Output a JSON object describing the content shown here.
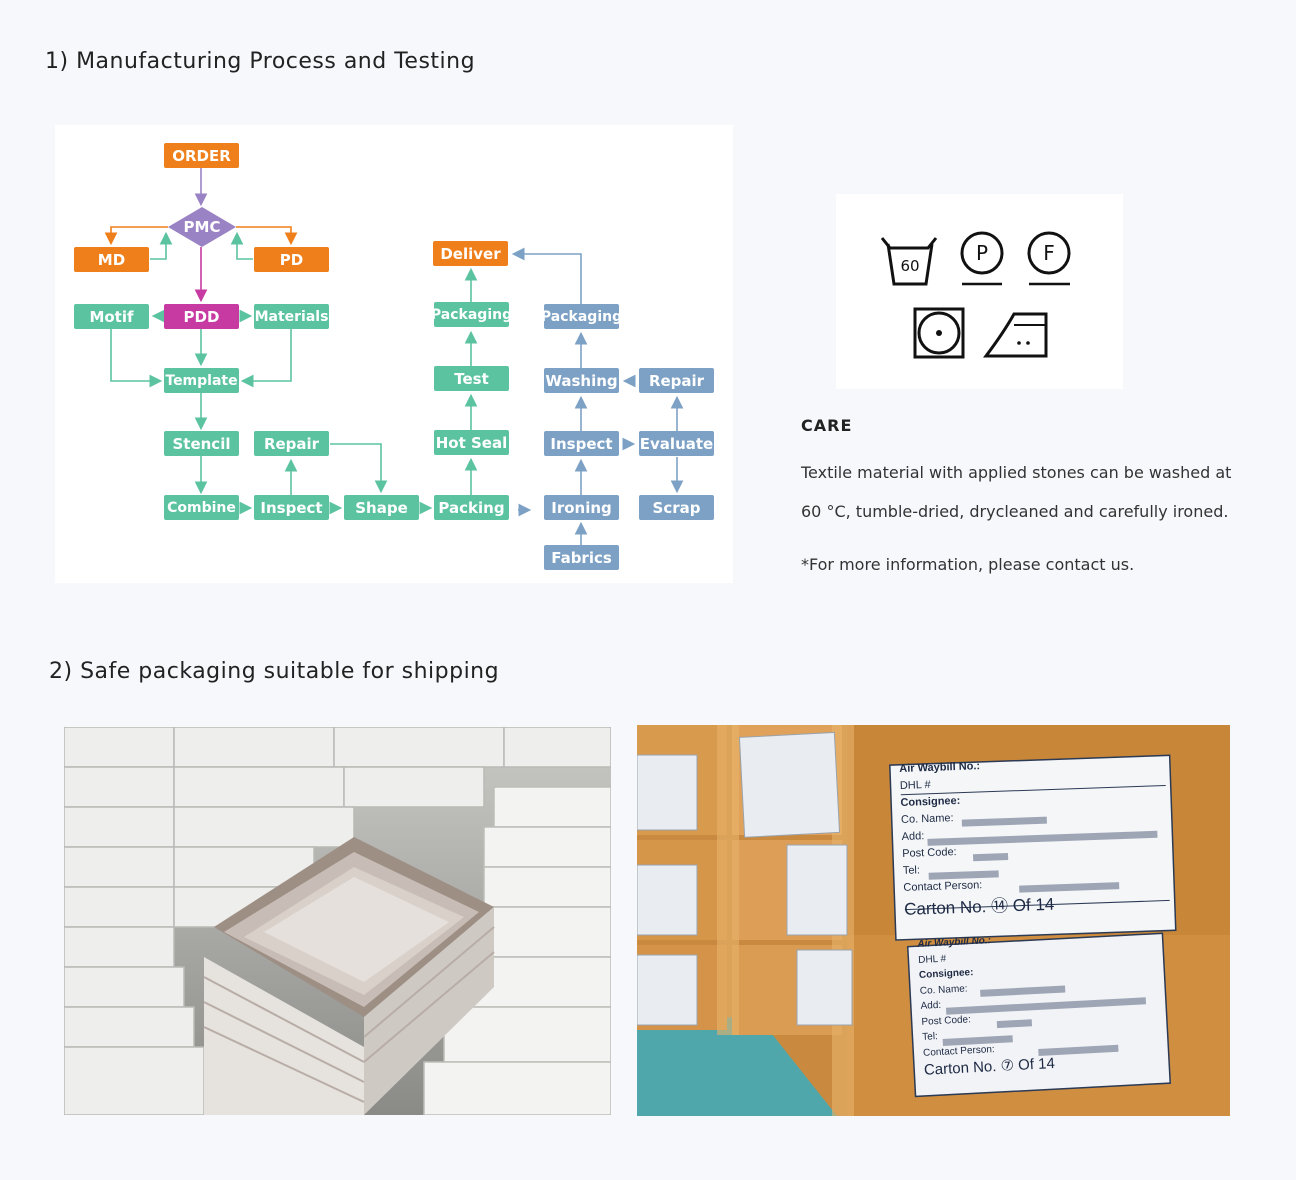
{
  "section1": {
    "title": "1) Manufacturing Process and Testing"
  },
  "section2": {
    "title": "2) Safe packaging suitable for shipping"
  },
  "flow": {
    "order": "ORDER",
    "pmc": "PMC",
    "md": "MD",
    "pd": "PD",
    "motif": "Motif",
    "pdd": "PDD",
    "materials": "Materials",
    "template": "Template",
    "stencil": "Stencil",
    "repair1": "Repair",
    "combine": "Combine",
    "inspect1": "Inspect",
    "shape": "Shape",
    "packing": "Packing",
    "hot_seal": "Hot Seal",
    "test": "Test",
    "packaging1": "Packaging",
    "deliver": "Deliver",
    "packaging2": "Packaging",
    "washing": "Washing",
    "inspect2": "Inspect",
    "ironing": "Ironing",
    "fabrics": "Fabrics",
    "repair2": "Repair",
    "evaluate": "Evaluate",
    "scrap": "Scrap"
  },
  "care": {
    "wash_temp_symbol": "60",
    "dryclean_p_symbol": "P",
    "dryclean_f_symbol": "F",
    "title": "CARE",
    "line1": "Textile material with applied stones can be washed at",
    "line2": "60 °C,  tumble-dried, drycleaned and carefully ironed.",
    "note": "*For more information, please contact us."
  },
  "photo_right": {
    "label_top": {
      "waybill": "Air Waybill No.:",
      "dhl": "DHL #",
      "consignee": "Consignee:",
      "co_name": "Co. Name:",
      "add": "Add:",
      "post_code": "Post Code:",
      "tel": "Tel:",
      "contact": "Contact Person:",
      "carton": "Carton No. ⑭ Of 14"
    },
    "label_bottom": {
      "waybill": "Air Waybill No.:",
      "dhl": "DHL #",
      "consignee": "Consignee:",
      "co_name": "Co. Name:",
      "add": "Add:",
      "post_code": "Post Code:",
      "tel": "Tel:",
      "contact": "Contact Person:",
      "carton": "Carton No. ⑦ Of 14"
    }
  },
  "colors": {
    "orange": "#ef7f1a",
    "green": "#5cc3a0",
    "blue": "#7da1c4",
    "magenta": "#c73aa2",
    "purple": "#9a83c4"
  }
}
